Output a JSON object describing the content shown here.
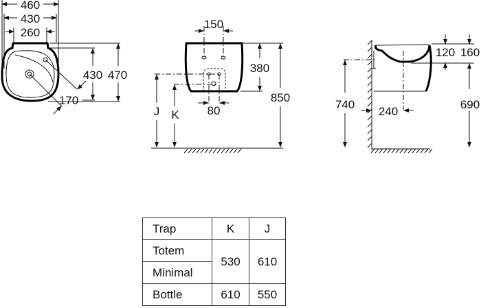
{
  "plan_view": {
    "dims": {
      "width_outer": "460",
      "width_inner": "430",
      "width_top": "260",
      "depth_inner": "430",
      "depth_outer": "470",
      "tap_offset": "170"
    }
  },
  "front_view": {
    "dims": {
      "tap_spacing": "150",
      "bowl_height": "380",
      "total_height": "850",
      "trap_spacing": "80",
      "j_label": "J",
      "k_label": "K"
    }
  },
  "side_view": {
    "dims": {
      "rim_120": "120",
      "rim_160": "160",
      "height_740": "740",
      "height_690": "690",
      "wall_240": "240"
    }
  },
  "table": {
    "headers": [
      "Trap",
      "K",
      "J"
    ],
    "rows": [
      {
        "label": "Totem"
      },
      {
        "label": "Minimal"
      },
      {
        "label": "Bottle",
        "k": "610",
        "j": "550"
      }
    ],
    "merged": {
      "k": "530",
      "j": "610"
    }
  }
}
